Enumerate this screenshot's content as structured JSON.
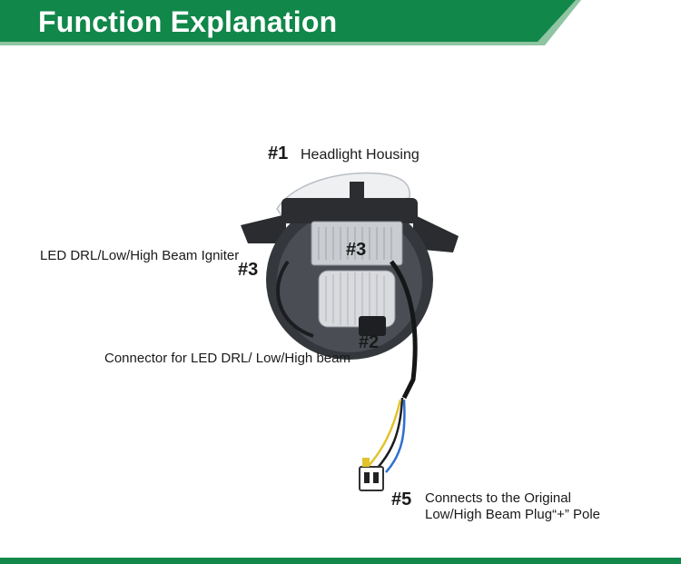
{
  "header": {
    "title": "Function Explanation"
  },
  "colors": {
    "banner_green": "#11874a",
    "banner_shadow": "#8fc5a3",
    "footer_green": "#11874a"
  },
  "callouts": {
    "c1": {
      "tag": "#1",
      "text": "Headlight Housing"
    },
    "c3a": {
      "text": "LED DRL/Low/High Beam Igniter"
    },
    "c3_label_tag": "#3",
    "c3_body_tag": "#3",
    "c2": {
      "tag": "#2",
      "text": "Connector for LED DRL/ Low/High beam"
    },
    "c5": {
      "tag": "#5",
      "line1": "Connects to the Original",
      "line2": "Low/High Beam Plug“+” Pole"
    }
  }
}
